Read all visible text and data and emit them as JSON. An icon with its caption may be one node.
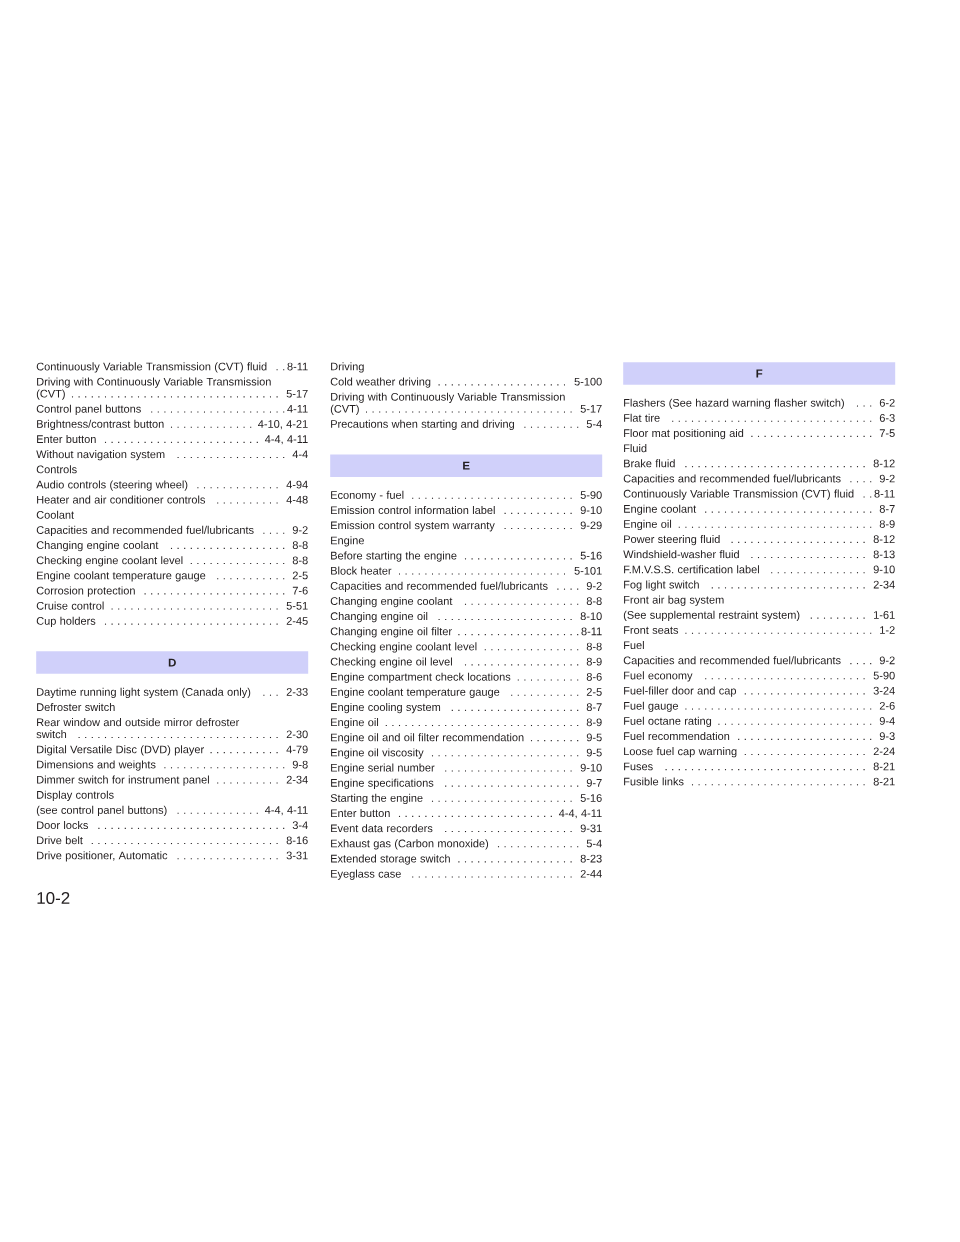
{
  "diagram": {
    "nodes": [
      {
        "text": [
          "D"
        ]
      },
      {
        "text": [
          "E"
        ]
      },
      {
        "text": [
          "F"
        ]
      }
    ],
    "labels": [
      "Continuously Variable Transmission (CVT) fluid",
      "8-11",
      "Driving with Continuously Variable Transmission (CVT)",
      "5-17",
      "Control panel buttons",
      "4-11",
      "Brightness/contrast button",
      "4-10, 4-21",
      "Enter button",
      "4-4, 4-11",
      "Without navigation system",
      "4-4",
      "Controls",
      "Audio controls (steering wheel)",
      "4-94",
      "Heater and air conditioner controls",
      "4-48",
      "Coolant",
      "Capacities and recommended fuel/lubricants",
      "9-2",
      "Changing engine coolant",
      "8-8",
      "Checking engine coolant level",
      "8-8",
      "Engine coolant temperature gauge",
      "2-5",
      "Corrosion protection",
      "7-6",
      "Cruise control",
      "5-51",
      "Cup holders",
      "2-45",
      "Daytime running light system (Canada only)",
      "2-33",
      "Defroster switch",
      "Rear window and outside mirror defroster switch",
      "2-30",
      "Digital Versatile Disc (DVD) player",
      "4-79",
      "Dimensions and weights",
      "9-8",
      "Dimmer switch for instrument panel",
      "2-34",
      "Display controls",
      "(see control panel buttons)",
      "4-4, 4-11",
      "Door locks",
      "3-4",
      "Drive belt",
      "8-16",
      "Drive positioner, Automatic",
      "3-31",
      "Driving",
      "Cold weather driving",
      "5-100",
      "Driving with Continuously Variable Transmission (CVT)",
      "5-17",
      "Precautions when starting and driving",
      "5-4",
      "Economy - fuel",
      "5-90",
      "Emission control information label",
      "9-10",
      "Emission control system warranty",
      "9-29",
      "Engine",
      "Before starting the engine",
      "5-16",
      "Block heater",
      "5-101",
      "Capacities and recommended fuel/lubricants",
      "9-2",
      "Changing engine coolant",
      "8-8",
      "Changing engine oil",
      "8-10",
      "Changing engine oil filter",
      "8-11",
      "Checking engine coolant level",
      "8-8",
      "Checking engine oil level",
      "8-9",
      "Engine compartment check locations",
      "8-6",
      "Engine coolant temperature gauge",
      "2-5",
      "Engine cooling system",
      "8-7",
      "Engine oil",
      "8-9",
      "Engine oil and oil filter recommendation",
      "9-5",
      "Engine oil viscosity",
      "9-5",
      "Engine serial number",
      "9-10",
      "Engine specifications",
      "9-7",
      "Starting the engine",
      "5-16",
      "Enter button",
      "4-4, 4-11",
      "Event data recorders",
      "9-31",
      "Exhaust gas (Carbon monoxide)",
      "5-4",
      "Extended storage switch",
      "8-23",
      "Eyeglass case",
      "2-44",
      "Flashers (See hazard warning flasher switch)",
      "6-2",
      "Flat tire",
      "6-3",
      "Floor mat positioning aid",
      "7-5",
      "Fluid",
      "Brake fluid",
      "8-12",
      "Capacities and recommended fuel/lubricants",
      "9-2",
      "Continuously Variable Transmission (CVT) fluid",
      "8-11",
      "Engine coolant",
      "8-7",
      "Engine oil",
      "8-9",
      "Power steering fluid",
      "8-12",
      "Windshield-washer fluid",
      "8-13",
      "F.M.V.S.S. certification label",
      "9-10",
      "Fog light switch",
      "2-34",
      "Front air bag system",
      "(See supplemental restraint system)",
      "1-61",
      "Front seats",
      "1-2",
      "Fuel",
      "Capacities and recommended fuel/lubricants",
      "9-2",
      "Fuel economy",
      "5-90",
      "Fuel-filler door and cap",
      "3-24",
      "Fuel gauge",
      "2-6",
      "Fuel octane rating",
      "9-4",
      "Fuel recommendation",
      "9-3",
      "Loose fuel cap warning",
      "2-24",
      "Fuses",
      "8-21",
      "Fusible links",
      "8-21",
      "10-2"
    ]
  }
}
